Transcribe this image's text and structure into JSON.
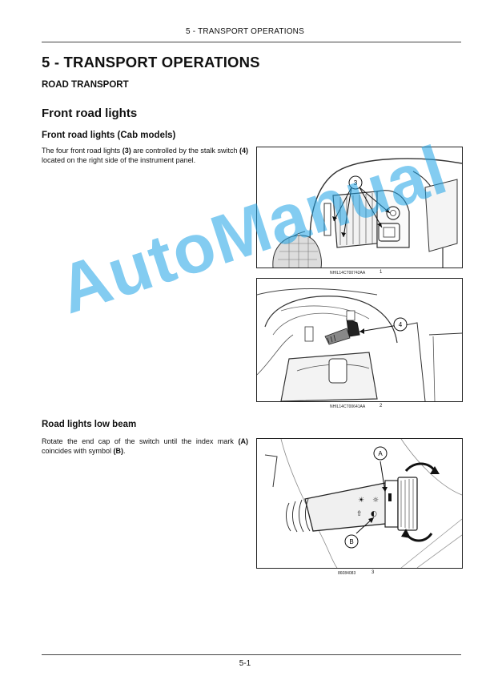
{
  "header": {
    "running_title": "5 - TRANSPORT OPERATIONS"
  },
  "chapter": {
    "title": "5 - TRANSPORT OPERATIONS"
  },
  "section": {
    "title": "ROAD TRANSPORT"
  },
  "subsection": {
    "title": "Front road lights"
  },
  "topics": [
    {
      "title": "Front road lights (Cab models)",
      "text_before_3": "The four front road lights ",
      "ref_3": "(3)",
      "text_mid": " are controlled by the stalk switch ",
      "ref_4": "(4)",
      "text_after": " located on the right side of the instrument panel."
    },
    {
      "title": "Road lights low beam",
      "text_before_A": "Rotate the end cap of the switch until the index mark ",
      "ref_A": "(A)",
      "text_mid": " coincides with symbol ",
      "ref_B": "(B)",
      "text_after": "."
    }
  ],
  "figures": [
    {
      "code": "NHIL14CT00742AA",
      "index": "1",
      "callouts": [
        "3"
      ]
    },
    {
      "code": "NHIL14CT00641AA",
      "index": "2",
      "callouts": [
        "4"
      ]
    },
    {
      "code": "86084083",
      "index": "3",
      "callouts": [
        "A",
        "B"
      ]
    }
  ],
  "watermark": {
    "text": "AutoManual"
  },
  "footer": {
    "page_number": "5-1"
  }
}
